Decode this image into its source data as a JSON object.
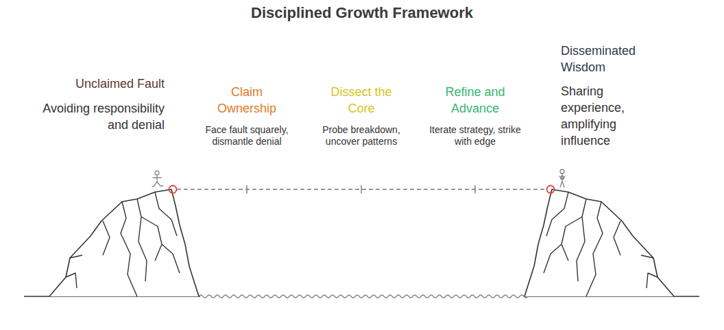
{
  "diagram": {
    "title": "Disciplined Growth Framework",
    "labels": [
      "Unclaimed Fault",
      "Avoiding responsibility and denial",
      "Claim Ownership",
      "Face fault squarely, dismantle denial",
      "Dissect the Core",
      "Probe breakdown, uncover patterns",
      "Refine and Advance",
      "Iterate strategy, strike with edge",
      "Disseminated Wisdom",
      "Sharing experience, amplifying influence"
    ]
  }
}
